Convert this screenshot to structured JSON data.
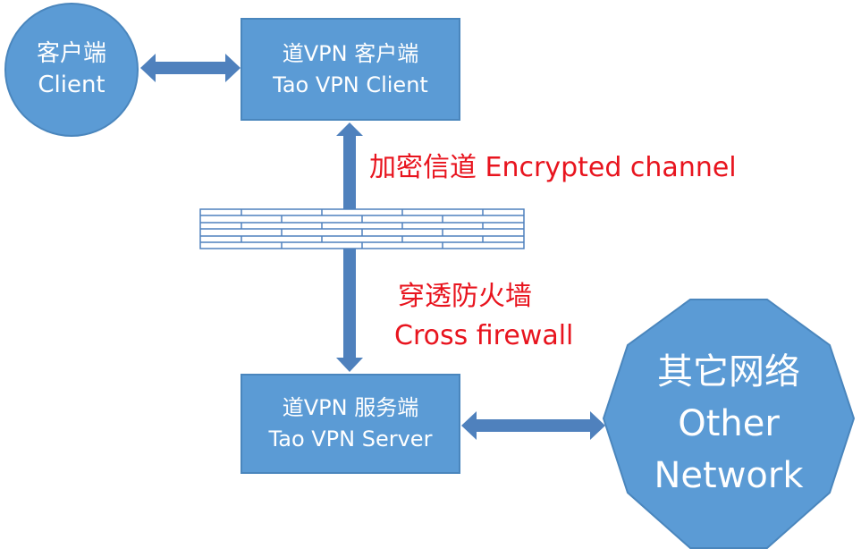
{
  "client": {
    "line1": "客户端",
    "line2": "Client"
  },
  "vpn_client": {
    "line1": "道VPN 客户端",
    "line2": "Tao VPN Client"
  },
  "vpn_server": {
    "line1": "道VPN 服务端",
    "line2": "Tao VPN Server"
  },
  "other_network": {
    "line1": "其它网络",
    "line2": "Other",
    "line3": "Network"
  },
  "encrypted_channel_label": "加密信道 Encrypted channel",
  "firewall_label": {
    "line1": "穿透防火墙",
    "line2": "Cross firewall"
  },
  "colors": {
    "node_fill": "#5b9bd5",
    "arrow": "#4f81bd",
    "text_accent": "#e8141e"
  }
}
